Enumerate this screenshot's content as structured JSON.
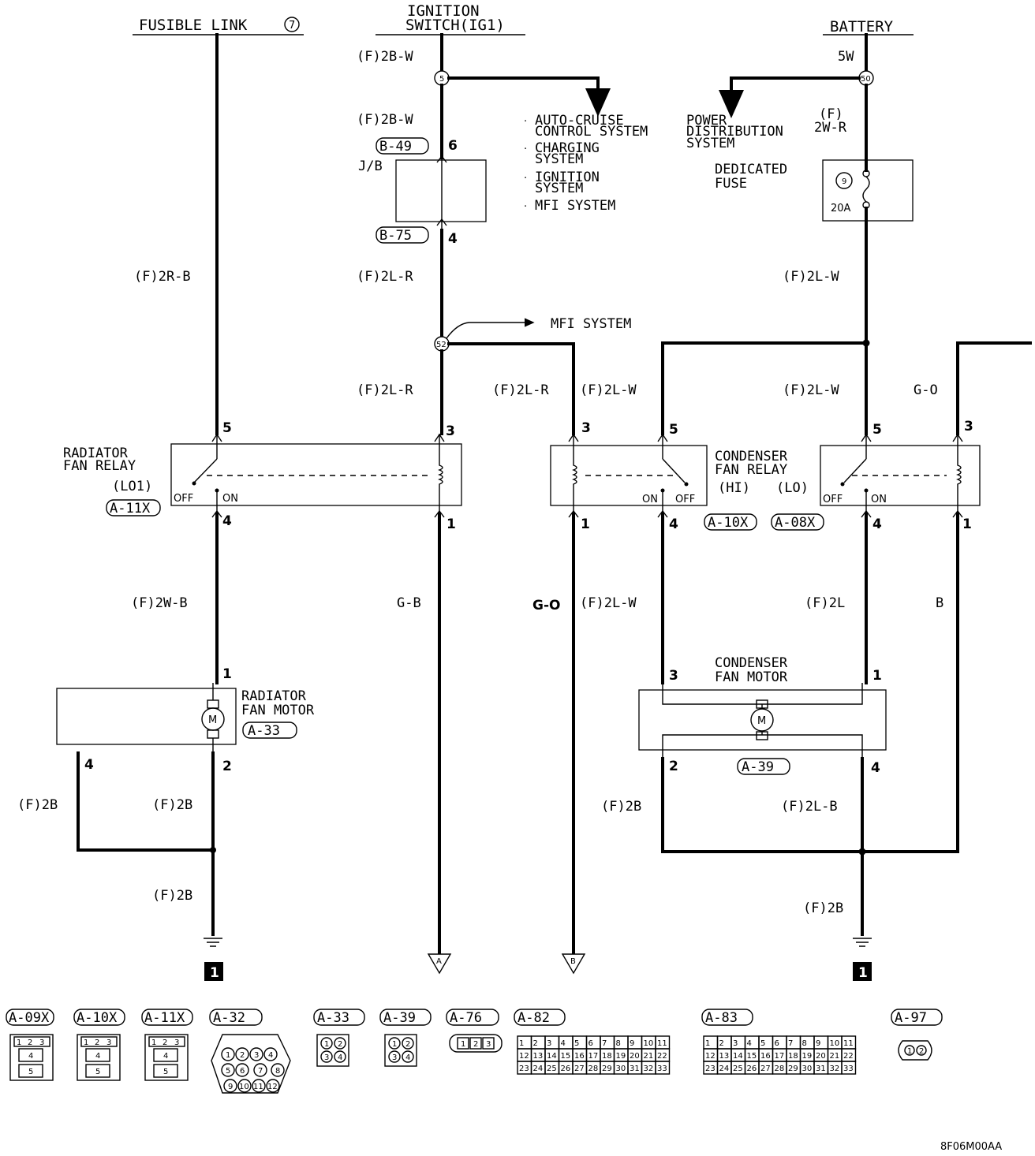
{
  "sources": {
    "fusible_link": "FUSIBLE LINK",
    "fusible_link_no": "7",
    "ignition_line1": "IGNITION",
    "ignition_line2": "SWITCH(IG1)",
    "battery": "BATTERY"
  },
  "wires": {
    "ig_top": "(F)2B-W",
    "ig_mid": "(F)2B-W",
    "batt_top": "5W",
    "batt_mid1": "(F)",
    "batt_mid2": "2W-R",
    "fl_main": "(F)2R-B",
    "ig_after_jb": "(F)2L-R",
    "fuse_out": "(F)2L-W",
    "rad_relay_coil_in": "(F)2L-R",
    "cond_relay_coil_in": "(F)2L-R",
    "hi_sw_in": "(F)2L-W",
    "lo_sw_in": "(F)2L-W",
    "lo_coil_in": "G-O",
    "rad_relay_out": "(F)2W-B",
    "rad_coil_out": "G-B",
    "hi_coil_out": "G-O",
    "hi_sw_out": "(F)2L-W",
    "lo_sw_out": "(F)2L",
    "lo_coil_out": "B",
    "rad_motor_4": "(F)2B",
    "rad_motor_2": "(F)2B",
    "rad_ground": "(F)2B",
    "cond_motor_2": "(F)2B",
    "cond_motor_4": "(F)2L-B",
    "cond_ground": "(F)2B"
  },
  "junctions": {
    "ig_splice": "5",
    "batt_splice": "50",
    "mfi_splice": "52",
    "fuse_no": "9",
    "fuse_amp": "20A"
  },
  "jb": {
    "label": "J/B",
    "conn_in": "B-49",
    "conn_out": "B-75",
    "pin_in": "6",
    "pin_out": "4"
  },
  "branch_ig": [
    "AUTO-CRUISE",
    "CONTROL SYSTEM",
    "CHARGING",
    "SYSTEM",
    "IGNITION",
    "SYSTEM",
    "MFI SYSTEM"
  ],
  "branch_mfi": "MFI SYSTEM",
  "branch_batt": [
    "POWER",
    "DISTRIBUTION",
    "SYSTEM"
  ],
  "fuse_label": [
    "DEDICATED",
    "FUSE"
  ],
  "rad_relay": {
    "name1": "RADIATOR",
    "name2": "FAN RELAY",
    "name3": "(LO1)",
    "conn": "A-11X",
    "off": "OFF",
    "on": "ON",
    "pins": {
      "sw_in": "5",
      "coil_in": "3",
      "sw_out": "4",
      "coil_out": "1"
    }
  },
  "cond_relay": {
    "name1": "CONDENSER",
    "name2": "FAN RELAY",
    "hi": "(HI)",
    "lo": "(LO)",
    "conn_hi": "A-10X",
    "conn_lo": "A-08X",
    "off": "OFF",
    "on": "ON",
    "pins_hi": {
      "coil_in": "3",
      "sw_in": "5",
      "coil_out": "1",
      "sw_out": "4"
    },
    "pins_lo": {
      "sw_in": "5",
      "coil_in": "3",
      "sw_out": "4",
      "coil_out": "1"
    }
  },
  "rad_motor": {
    "name1": "RADIATOR",
    "name2": "FAN MOTOR",
    "conn": "A-33",
    "pin_top": "1",
    "pin_left": "4",
    "pin_right": "2",
    "symbol": "M"
  },
  "cond_motor": {
    "name1": "CONDENSER",
    "name2": "FAN MOTOR",
    "conn": "A-39",
    "pin_tl": "3",
    "pin_tr": "1",
    "pin_bl": "2",
    "pin_br": "4",
    "symbol": "M"
  },
  "grounds": {
    "left": "1",
    "right": "1"
  },
  "offpage": {
    "a": "A",
    "b": "B"
  },
  "connectors": [
    {
      "id": "A-09X",
      "cells": [
        "1",
        "2",
        "3",
        "4",
        "5"
      ]
    },
    {
      "id": "A-10X",
      "cells": [
        "1",
        "2",
        "3",
        "4",
        "5"
      ]
    },
    {
      "id": "A-11X",
      "cells": [
        "1",
        "2",
        "3",
        "4",
        "5"
      ]
    },
    {
      "id": "A-32",
      "cells": [
        "1",
        "2",
        "3",
        "4",
        "5",
        "6",
        "7",
        "8",
        "9",
        "10",
        "11",
        "12"
      ]
    },
    {
      "id": "A-33",
      "cells": [
        "1",
        "2",
        "3",
        "4"
      ]
    },
    {
      "id": "A-39",
      "cells": [
        "1",
        "2",
        "3",
        "4"
      ]
    },
    {
      "id": "A-76",
      "cells": [
        "1",
        "2",
        "3"
      ]
    },
    {
      "id": "A-82",
      "cells": [
        "1",
        "2",
        "3",
        "4",
        "5",
        "6",
        "7",
        "8",
        "9",
        "10",
        "11",
        "12",
        "13",
        "14",
        "15",
        "16",
        "17",
        "18",
        "19",
        "20",
        "21",
        "22",
        "23",
        "24",
        "25",
        "26",
        "27",
        "28",
        "29",
        "30",
        "31",
        "32",
        "33"
      ]
    },
    {
      "id": "A-83",
      "cells": [
        "1",
        "2",
        "3",
        "4",
        "5",
        "6",
        "7",
        "8",
        "9",
        "10",
        "11",
        "12",
        "13",
        "14",
        "15",
        "16",
        "17",
        "18",
        "19",
        "20",
        "21",
        "22",
        "23",
        "24",
        "25",
        "26",
        "27",
        "28",
        "29",
        "30",
        "31",
        "32",
        "33"
      ]
    },
    {
      "id": "A-97",
      "cells": [
        "1",
        "2"
      ]
    }
  ],
  "doc_code": "8F06M00AA"
}
